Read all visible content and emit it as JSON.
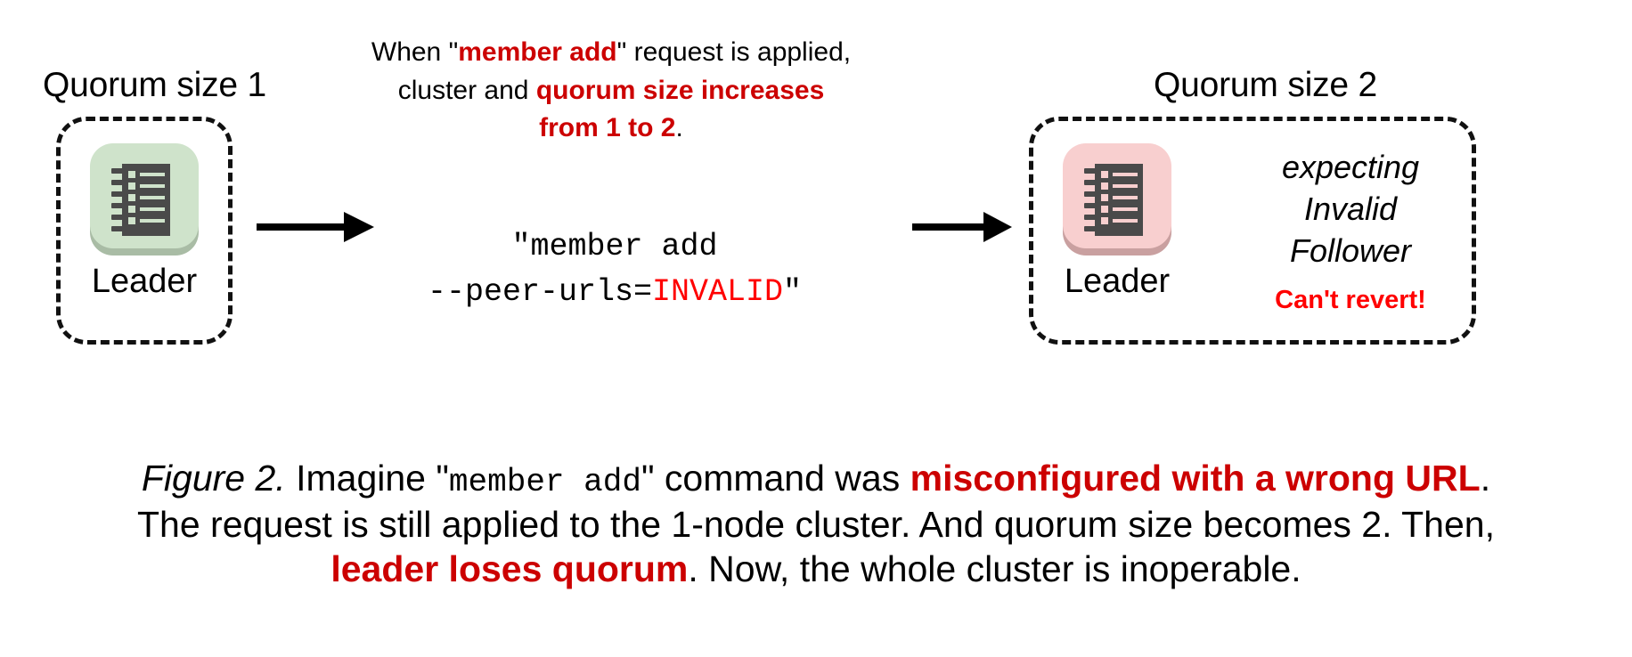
{
  "figure": {
    "left_cluster": {
      "title": "Quorum size 1",
      "node_label": "Leader",
      "icon_name": "server-node-icon",
      "icon_color": "#cfe3cb",
      "icon_shadow_color": "#a9bca5"
    },
    "right_cluster": {
      "title": "Quorum size 2",
      "node_label": "Leader",
      "icon_name": "server-node-icon",
      "icon_color": "#f8cfcf",
      "icon_shadow_color": "#c9a0a0",
      "expecting_line1": "expecting",
      "expecting_line2": "Invalid",
      "expecting_line3": "Follower",
      "warning": "Can't revert!"
    },
    "top_note": {
      "line1_a": "When \"",
      "line1_b": "member add",
      "line1_c": "\" request is applied,",
      "line2_a": "cluster and ",
      "line2_b": "quorum size increases",
      "line3_b": "from 1 to 2",
      "line3_c": "."
    },
    "command": {
      "line1": "\"member add",
      "line2_a": "--peer-urls=",
      "line2_b": "INVALID",
      "line2_c": "\""
    },
    "caption": {
      "line1_a": "Figure 2.",
      "line1_b": " Imagine \"",
      "line1_c": "member add",
      "line1_d": "\" command was ",
      "line1_e": "misconfigured with a wrong URL",
      "line1_f": ".",
      "line2": "The request is still applied to the 1-node cluster. And quorum size becomes 2. Then,",
      "line3_a": "leader loses quorum",
      "line3_b": ". Now, the whole cluster is inoperable."
    },
    "colors": {
      "accent_red": "#cc0000",
      "bright_red": "#ff0000",
      "text_black": "#000000",
      "background": "#ffffff"
    },
    "arrows": {
      "left_arrow_name": "arrow-leader-to-command",
      "right_arrow_name": "arrow-command-to-cluster"
    }
  }
}
